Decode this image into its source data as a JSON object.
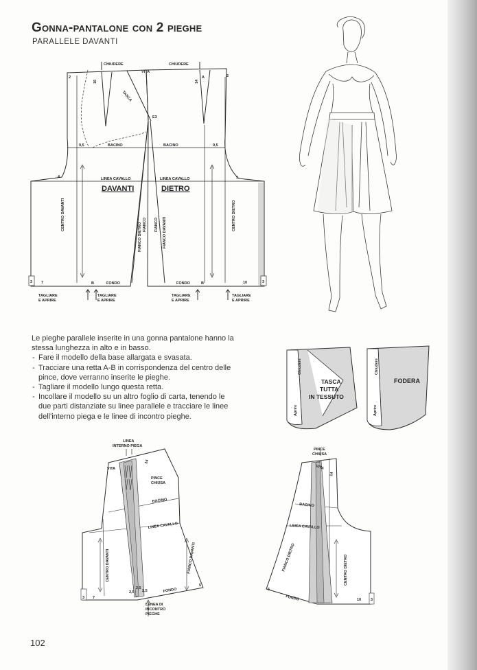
{
  "header": {
    "title": "Gonna-pantalone con 2 pieghe",
    "subtitle": "Parallele davanti"
  },
  "main_pattern": {
    "chiudere_left": "CHIUDERE",
    "chiudere_right": "CHIUDERE",
    "vita": "VITA",
    "tasca": "TASCA",
    "e3": "E3",
    "bacino": "BACINO",
    "linea_cavallo": "LINEA CAVALLO",
    "davanti": "DAVANTI",
    "dietro": "DIETRO",
    "centro_davanti": "CENTRO DAVANTI",
    "centro_dietro": "CENTRO DIETRO",
    "fianco": "FIANCO",
    "fianco_dietro": "FIANCO DIETRO",
    "fianco_davanti": "FIANCO DAVANTI",
    "fondo": "FONDO",
    "point_b": "B",
    "tagliare": "TAGLIARE",
    "e_aprire": "E APRIRE",
    "m_95": "9,5",
    "m_4": "4",
    "m_5": "5",
    "m_3": "3",
    "m_7": "7",
    "m_10": "10",
    "m_2": "2",
    "m_16": "16",
    "m_14": "14",
    "m_a": "A"
  },
  "text": {
    "intro": "Le pieghe parallele inserite in una gonna pantalone hanno la stessa lunghezza in alto e in basso.",
    "steps": [
      "Fare il modello della base allargata e svasata.",
      "Tracciare una retta A-B in corrispondenza del centro delle pince, dove verranno inserite le pieghe.",
      "Tagliare il modello lungo questa retta.",
      "Incollare il modello su un altro foglio di carta, tenendo le due parti distanziate su linee parallele e tracciare le linee dell'interno piega e le linee di incontro pieghe."
    ]
  },
  "pocket_pieces": {
    "chiudere": "Chiudere",
    "aprire": "Aprire",
    "tasca_lines": [
      "TASCA",
      "TUTTA",
      "IN TESSUTO"
    ],
    "fodera": "FODERA"
  },
  "front_piece": {
    "linea_interno_piega": [
      "LINEA",
      "INTERNO PIEGA"
    ],
    "vita": "VITA",
    "pince_chiusa": [
      "PINCE",
      "CHIUSA"
    ],
    "bacino": "BACINO",
    "linea_cavallo": "LINEA CAVALLO",
    "centro_davanti": "CENTRO DAVANTI",
    "fianco_davanti": "FIANCO DAVANTI",
    "fondo": "FONDO",
    "m_25": "2,5",
    "m_3": "3",
    "m_7": "7",
    "m_5": "5",
    "m_14": "14",
    "lenea_incontro": [
      "LENEA DI",
      "INCONTRO",
      "PIEGHE"
    ]
  },
  "back_piece": {
    "pince_chiusa": [
      "PINCE",
      "CHIUSA"
    ],
    "vita": "VITA",
    "bacino": "BACINO",
    "linea_cavallo": "LINEA CAVALLO",
    "fianco_dietro": "FIANCO DIETRO",
    "centro_dietro": "CENTRO DIETRO",
    "fondo": "FONDO",
    "m_14": "14",
    "m_5": "5",
    "m_10": "10",
    "m_3": "3"
  },
  "footer": {
    "page_number": "102"
  },
  "colors": {
    "paper": "#fdfdfc",
    "line": "#2b2b2b",
    "shade": "#d6d6d6",
    "gutter": "#b5b5b5"
  }
}
